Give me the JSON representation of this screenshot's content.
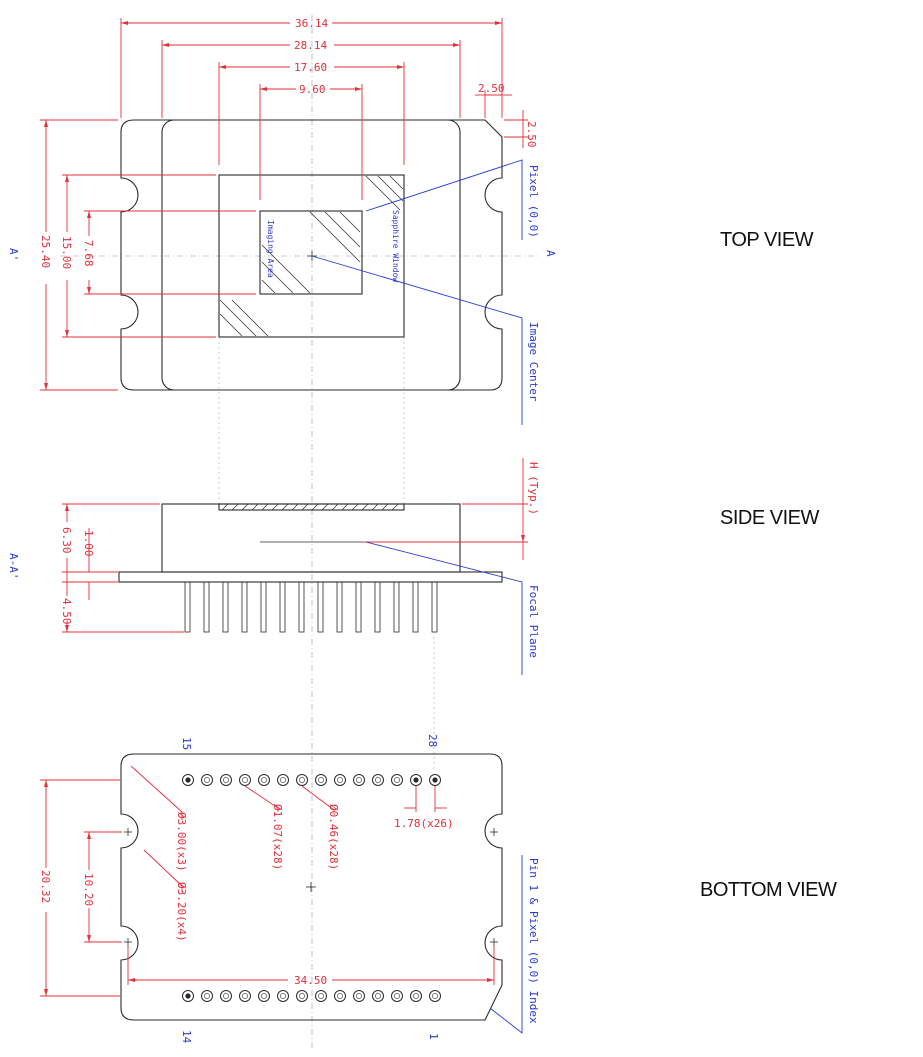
{
  "views": {
    "top": "TOP VIEW",
    "side": "SIDE VIEW",
    "bottom": "BOTTOM VIEW"
  },
  "top_view": {
    "dims": {
      "overall_width": "36.14",
      "body_width": "28.14",
      "window_width": "17.60",
      "imaging_width": "9.60",
      "corner_chamfer_h": "2.50",
      "corner_chamfer_v": "2.50",
      "overall_height": "25.40",
      "window_height": "15.00",
      "imaging_height": "7.68"
    },
    "section_left": "A'",
    "section_right": "A",
    "labels": {
      "pixel00": "Pixel (0,0)",
      "image_center": "Image Center",
      "sapphire_window": "Sapphire Window",
      "imaging_area": "Imaging Area"
    }
  },
  "side_view": {
    "section": "A-A'",
    "dims": {
      "height": "6.30",
      "focal_offset": "1.00",
      "pin_length": "4.50"
    },
    "labels": {
      "h_typ": "H (Typ.)",
      "focal_plane": "Focal Plane"
    }
  },
  "bottom_view": {
    "pins": {
      "pin15": "15",
      "pin28": "28",
      "pin14": "14",
      "pin1": "1"
    },
    "dims": {
      "mount_hole": "Ø3.00(x3)",
      "notch": "Ø3.20(x4)",
      "pad": "Ø1.07(x28)",
      "pin_dia": "Ø0.46(x28)",
      "pitch": "1.78(x26)",
      "height": "20.32",
      "hole_spacing": "10.20",
      "width": "34.50"
    },
    "labels": {
      "pin1_index": "Pin 1 & Pixel (0,0) Index"
    }
  }
}
